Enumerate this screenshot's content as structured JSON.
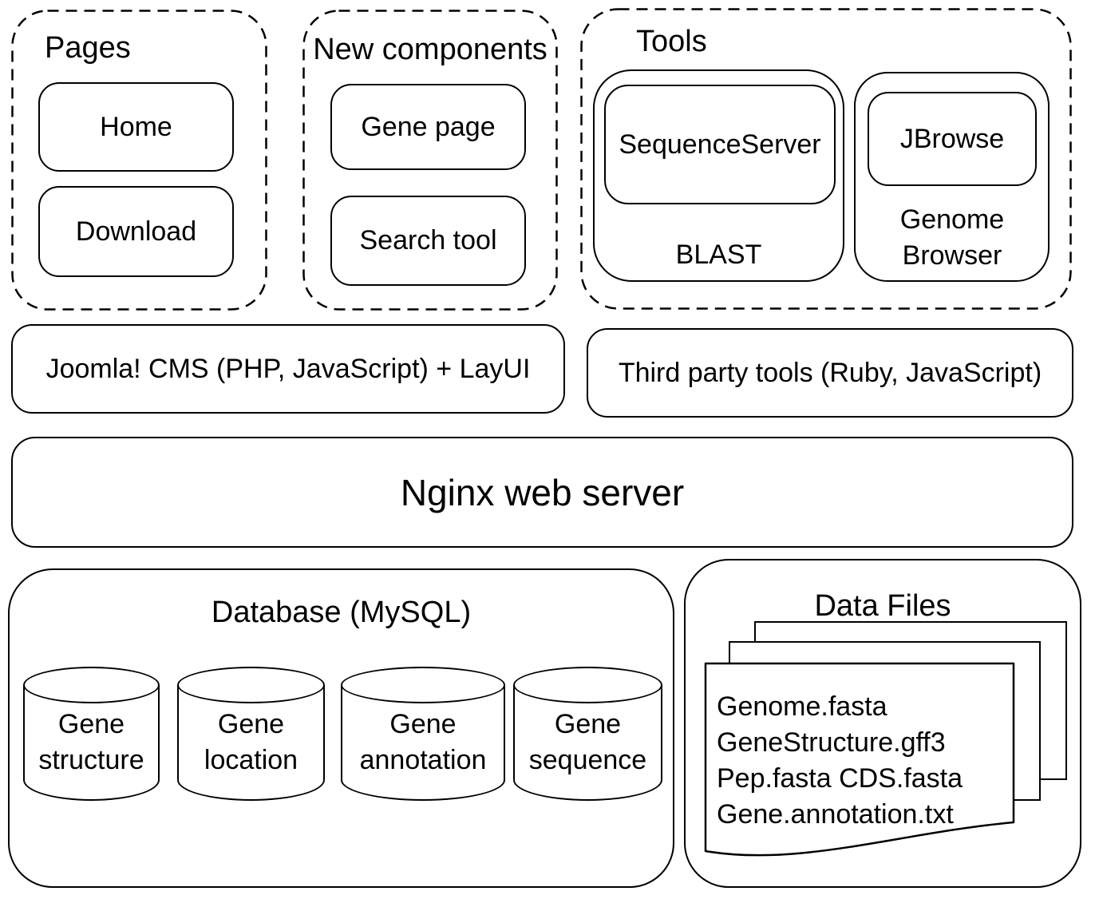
{
  "colors": {
    "line": "#000000",
    "background": "#ffffff"
  },
  "pages": {
    "title": "Pages",
    "items": [
      {
        "label": "Home"
      },
      {
        "label": "Download"
      }
    ]
  },
  "new_components": {
    "title": "New components",
    "items": [
      {
        "label": "Gene page"
      },
      {
        "label": "Search tool"
      }
    ]
  },
  "tools": {
    "title": "Tools",
    "blast": {
      "label": "BLAST",
      "inner": "SequenceServer"
    },
    "genome_browser": {
      "label": "Genome Browser",
      "inner": "JBrowse"
    }
  },
  "middleware": {
    "joomla": "Joomla! CMS (PHP, JavaScript) + LayUI",
    "third_party": "Third party tools (Ruby, JavaScript)"
  },
  "server": {
    "label": "Nginx web server"
  },
  "database": {
    "title": "Database (MySQL)",
    "cylinders": [
      {
        "line1": "Gene",
        "line2": "structure"
      },
      {
        "line1": "Gene",
        "line2": "location"
      },
      {
        "line1": "Gene",
        "line2": "annotation"
      },
      {
        "line1": "Gene",
        "line2": "sequence"
      }
    ]
  },
  "data_files": {
    "title": "Data Files",
    "files": [
      "Genome.fasta",
      "GeneStructure.gff3",
      "Pep.fasta CDS.fasta",
      "Gene.annotation.txt"
    ]
  }
}
